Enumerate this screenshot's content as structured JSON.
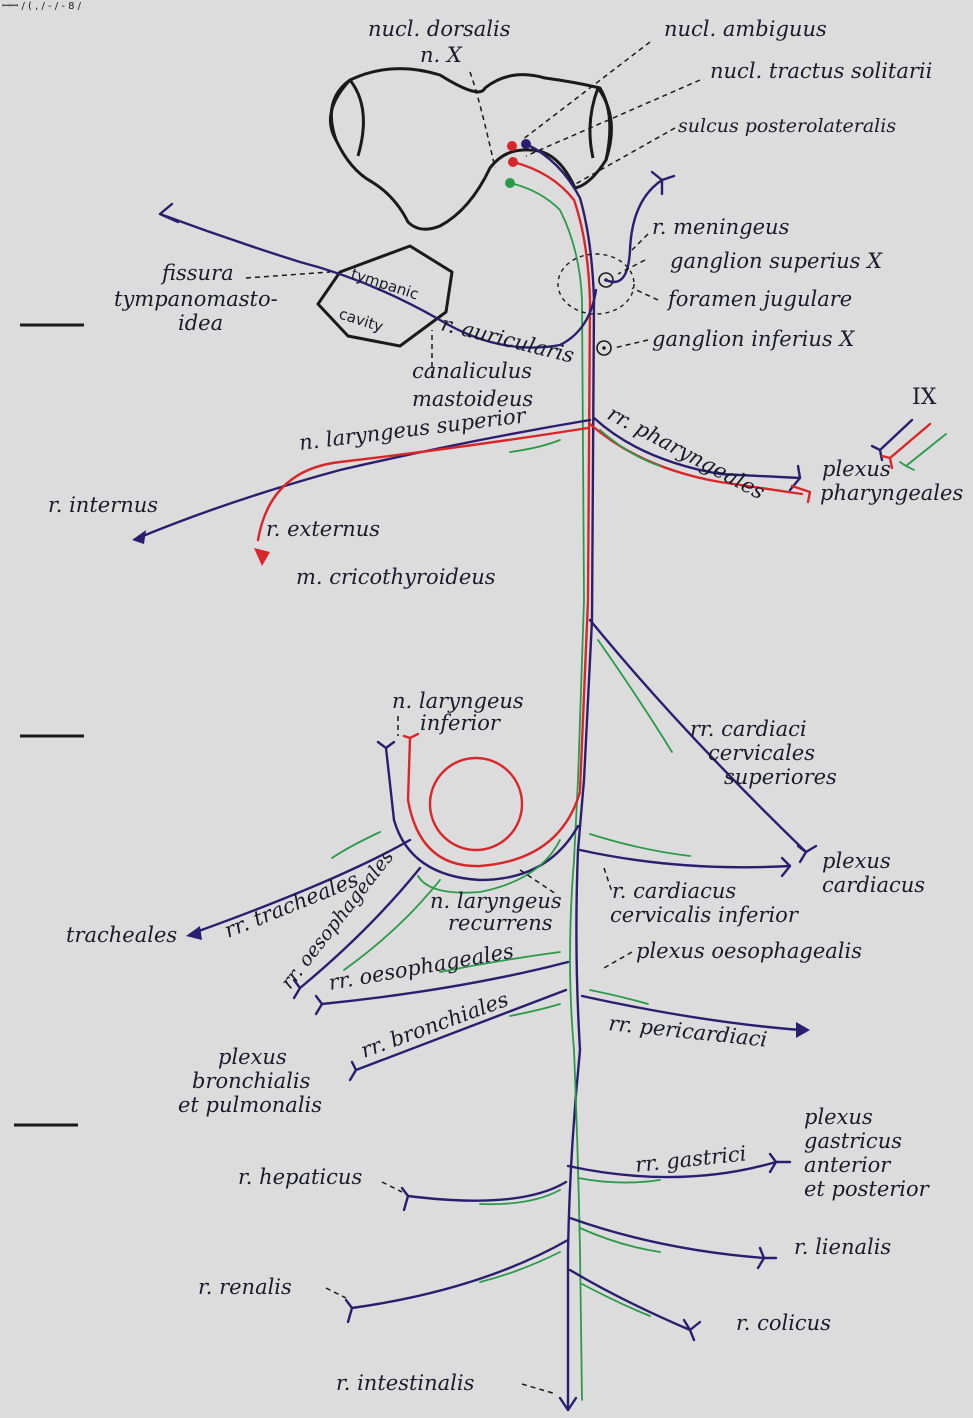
{
  "colors": {
    "motor_efferent": "#d8262a",
    "visceral_efferent": "#2a1f6e",
    "sensory_afferent": "#2a9a4a",
    "background": "#dcdcdc"
  },
  "corner_mark": "ꟷꟷ / ( , / - / - 8 /",
  "labels": {
    "nucl_dorsalis": "nucl. dorsalis",
    "n_x": "n. X",
    "nucl_ambiguus": "nucl. ambiguus",
    "nucl_tractus_solitarii": "nucl. tractus solitarii",
    "sulcus_posterolateralis": "sulcus posterolateralis",
    "r_meningeus": "r. meningeus",
    "ganglion_superius": "ganglion superius X",
    "foramen_jugulare": "foramen jugulare",
    "ganglion_inferius": "ganglion inferius X",
    "fissura_1": "fissura",
    "fissura_2": "tympanomasto-",
    "fissura_3": "idea",
    "tympanic": "tympanic",
    "cavity": "cavity",
    "r_auricularis": "r. auricularis",
    "canaliculus": "canaliculus",
    "mastoideus": "mastoideus",
    "n_laryngeus_superior": "n. laryngeus superior",
    "rr_pharyngeales": "rr. pharyngeales",
    "ix": "IX",
    "plexus_pharyngeales_1": "plexus",
    "plexus_pharyngeales_2": "pharyngeales",
    "r_internus": "r. internus",
    "r_externus": "r. externus",
    "m_cricothyroideus": "m. cricothyroideus",
    "n_laryngeus_inferior_1": "n. laryngeus",
    "n_laryngeus_inferior_2": "inferior",
    "rr_cardiaci_1": "rr. cardiaci",
    "rr_cardiaci_2": "cervicales",
    "rr_cardiaci_3": "superiores",
    "plexus_cardiacus_1": "plexus",
    "plexus_cardiacus_2": "cardiacus",
    "rr_tracheales": "rr. tracheales",
    "tracheales": "tracheales",
    "rr_oesophageales_diag": "rr. oesophageales",
    "n_laryngeus_recurrens_1": "n. laryngeus",
    "n_laryngeus_recurrens_2": "recurrens",
    "r_cardiacus_inferior_1": "r. cardiacus",
    "r_cardiacus_inferior_2": "cervicalis inferior",
    "plexus_oesophagealis": "plexus oesophagealis",
    "rr_oesophageales": "rr. oesophageales",
    "rr_bronchiales": "rr. bronchiales",
    "rr_pericardiaci": "rr. pericardiaci",
    "plexus_bronchialis_1": "plexus",
    "plexus_bronchialis_2": "bronchialis",
    "plexus_bronchialis_3": "et pulmonalis",
    "plexus_gastricus_1": "plexus",
    "plexus_gastricus_2": "gastricus",
    "plexus_gastricus_3": "anterior",
    "plexus_gastricus_4": "et posterior",
    "rr_gastrici": "rr. gastrici",
    "r_hepaticus": "r. hepaticus",
    "r_lienalis": "r. lienalis",
    "r_renalis": "r. renalis",
    "r_colicus": "r. colicus",
    "r_intestinalis": "r. intestinalis"
  }
}
